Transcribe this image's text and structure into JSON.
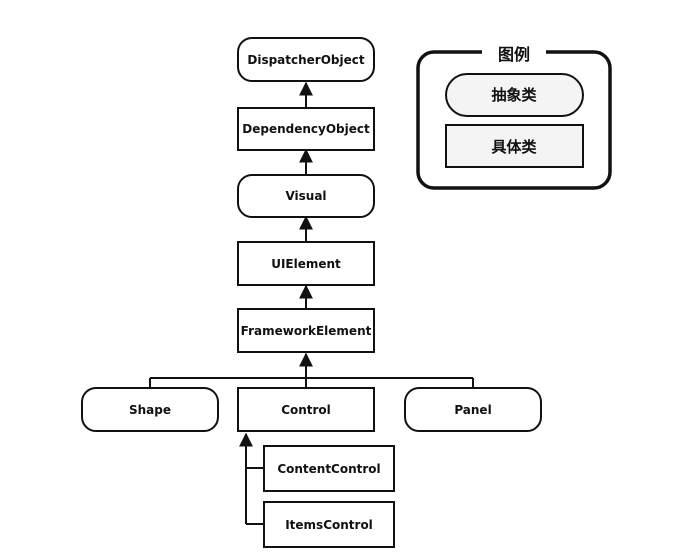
{
  "nodes": {
    "dispatcher_object": "DispatcherObject",
    "dependency_object": "DependencyObject",
    "visual": "Visual",
    "ui_element": "UIElement",
    "framework_element": "FrameworkElement",
    "shape": "Shape",
    "control": "Control",
    "panel": "Panel",
    "content_control": "ContentControl",
    "items_control": "ItemsControl"
  },
  "node_kinds": {
    "dispatcher_object": "abstract",
    "dependency_object": "concrete",
    "visual": "abstract",
    "ui_element": "concrete",
    "framework_element": "concrete",
    "shape": "abstract",
    "control": "concrete",
    "panel": "abstract",
    "content_control": "concrete",
    "items_control": "concrete"
  },
  "legend": {
    "title": "图例",
    "abstract_label": "抽象类",
    "concrete_label": "具体类"
  },
  "colors": {
    "stroke": "#111111",
    "fill": "#ffffff",
    "legend_fill": "#f4f4f4"
  }
}
